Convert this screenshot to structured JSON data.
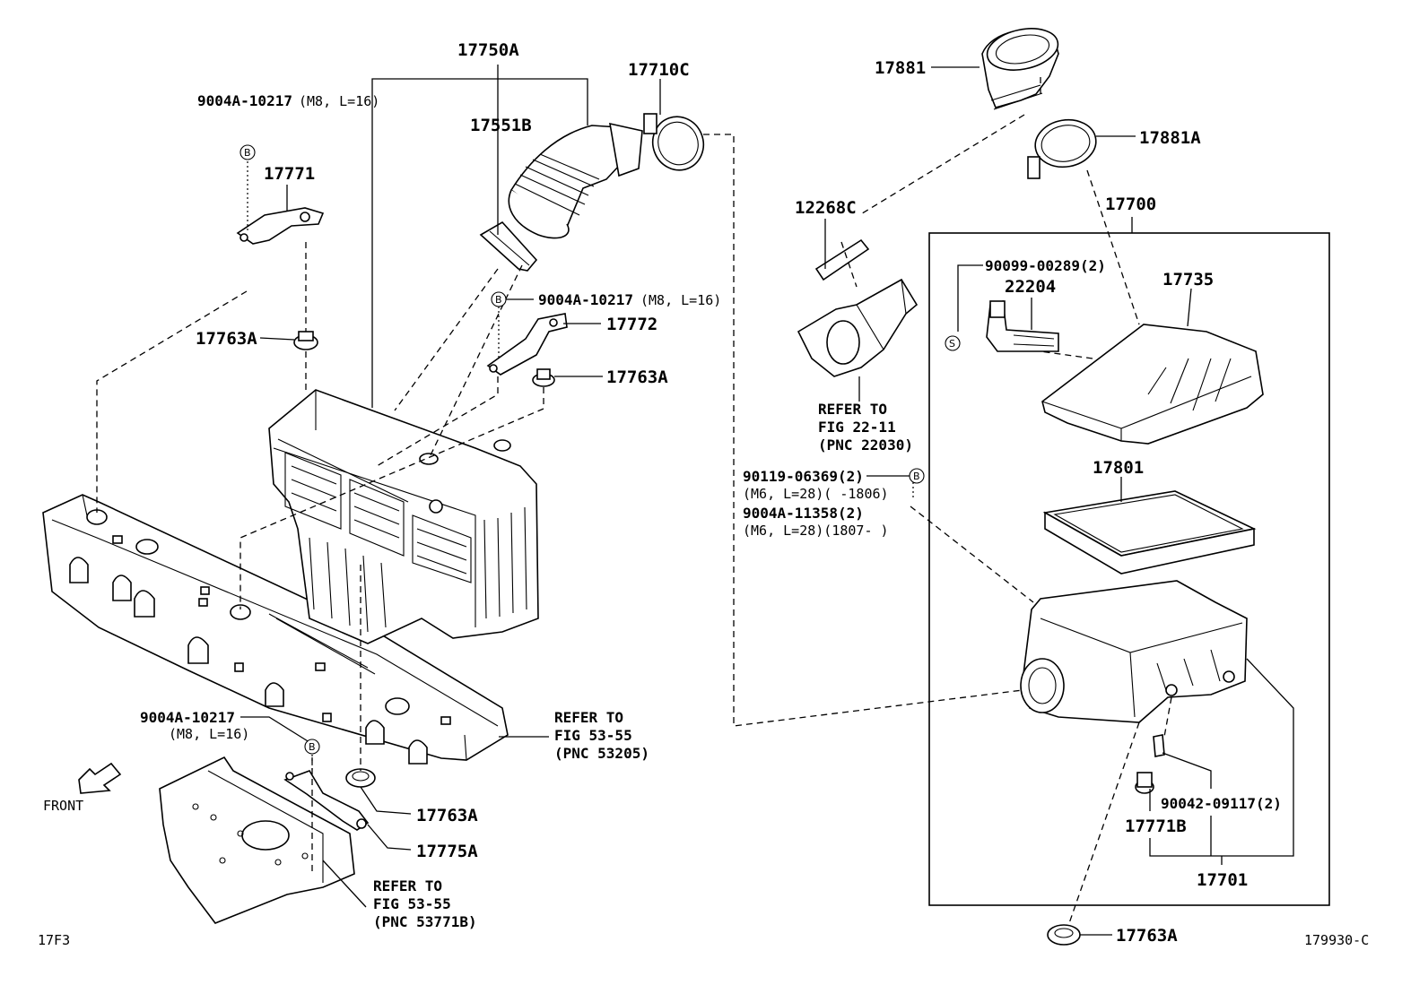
{
  "labels": {
    "p17750A": "17750A",
    "p17710C": "17710C",
    "p17551B": "17551B",
    "p9004A_10217_a": "9004A-10217",
    "p9004A_10217_a_spec": "(M8, L=16)",
    "p17771": "17771",
    "p17763A_a": "17763A",
    "p9004A_10217_b": "9004A-10217",
    "p9004A_10217_b_spec": "(M8, L=16)",
    "p17772": "17772",
    "p17763A_b": "17763A",
    "p9004A_10217_c": "9004A-10217",
    "p9004A_10217_c_spec": "(M8, L=16)",
    "p17763A_c": "17763A",
    "p17775A": "17775A",
    "p17881": "17881",
    "p17881A": "17881A",
    "p12268C": "12268C",
    "p17700": "17700",
    "p90099_00289": "90099-00289(2)",
    "p22204": "22204",
    "p17735": "17735",
    "p17801": "17801",
    "p90119_06369": "90119-06369(2)",
    "p90119_spec": "(M6, L=28)(       -1806)",
    "p9004A_11358": "9004A-11358(2)",
    "p9004A_11358_spec": "(M6, L=28)(1807-       )",
    "p90042_09117": "90042-09117(2)",
    "p17771B": "17771B",
    "p17701": "17701",
    "p17763A_d": "17763A",
    "front": "FRONT",
    "fig_code_left": "17F3",
    "fig_code_right": "179930-C"
  },
  "refs": {
    "ref_22_11": [
      "REFER TO",
      "FIG 22-11",
      "(PNC 22030)"
    ],
    "ref_53205": [
      "REFER TO",
      "FIG 53-55",
      "(PNC 53205)"
    ],
    "ref_53771B": [
      "REFER TO",
      "FIG 53-55",
      "(PNC 53771B)"
    ]
  },
  "markers": {
    "b": "B",
    "s": "S"
  }
}
